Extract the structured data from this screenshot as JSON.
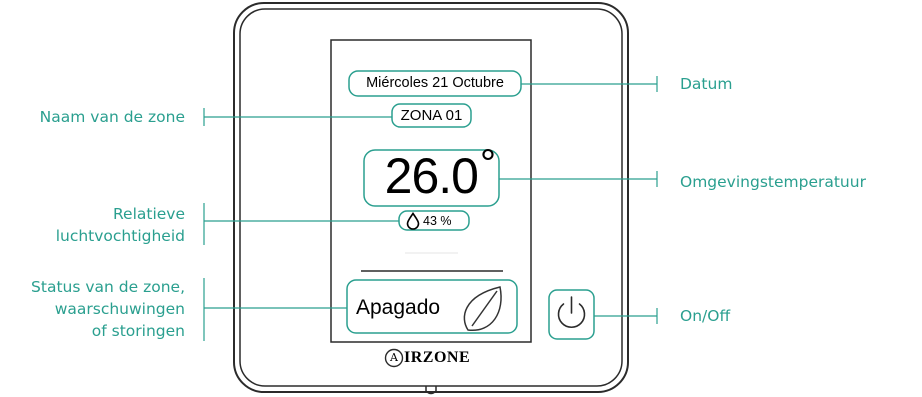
{
  "colors": {
    "accent": "#2a9f8f",
    "frame": "#2b2b2b",
    "screen_text": "#000000"
  },
  "callouts": {
    "left": {
      "zone_name": "Naam van de zone",
      "humidity": [
        "Relatieve",
        "luchtvochtigheid"
      ],
      "status": [
        "Status van de zone,",
        "waarschuwingen",
        "of storingen"
      ]
    },
    "right": {
      "date": "Datum",
      "temperature": "Omgevingstemperatuur",
      "power": "On/Off"
    }
  },
  "screen": {
    "date": "Miércoles 21 Octubre",
    "zone": "ZONA 01",
    "temperature": "26.0",
    "degree_symbol": "°",
    "humidity_icon": "droplet-icon",
    "humidity": "43 %",
    "status": "Apagado",
    "status_icon": "leaf-icon"
  },
  "device": {
    "power_icon": "power-icon",
    "brand": "IRZONE",
    "brand_logo_letter": "A"
  }
}
